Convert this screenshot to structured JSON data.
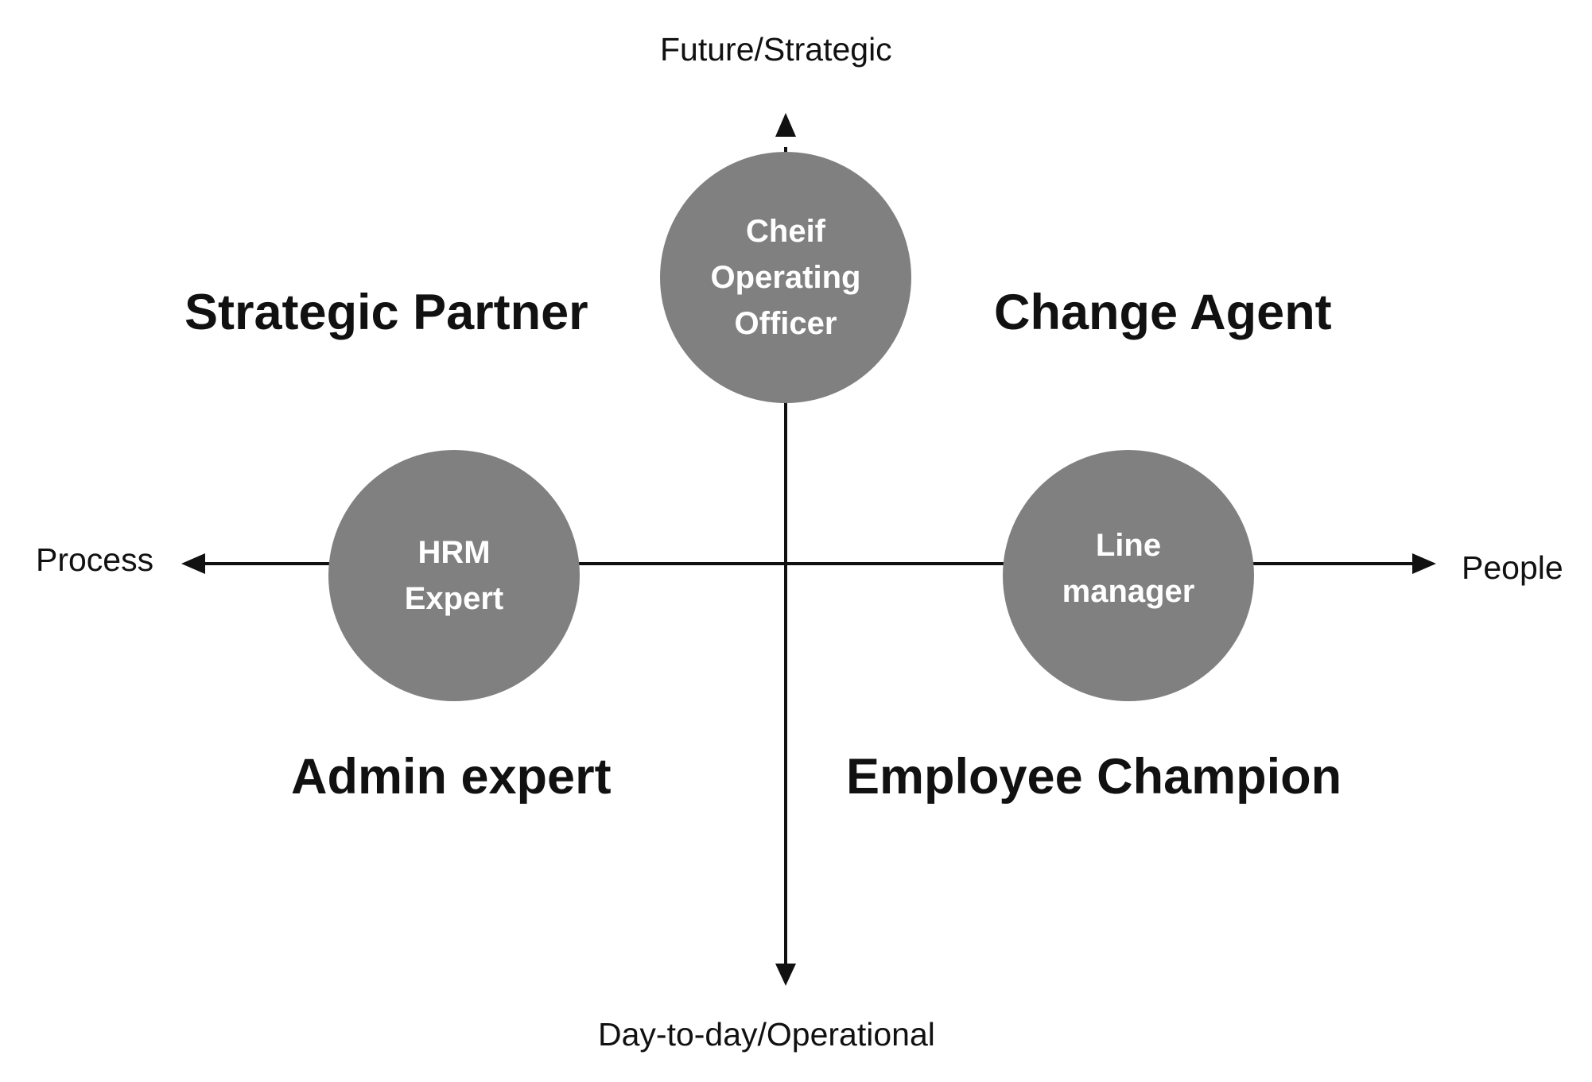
{
  "axes": {
    "top": "Future/Strategic",
    "bottom": "Day-to-day/Operational",
    "left": "Process",
    "right": "People"
  },
  "quadrants": {
    "top_left": "Strategic Partner",
    "top_right": "Change Agent",
    "bottom_left": "Admin expert",
    "bottom_right": "Employee Champion"
  },
  "roles": {
    "top": "Cheif\nOperating\nOfficer",
    "left": "HRM\nExpert",
    "right": "Line\nmanager"
  },
  "colors": {
    "circle_fill": "#808080",
    "axis_line": "#111111"
  }
}
